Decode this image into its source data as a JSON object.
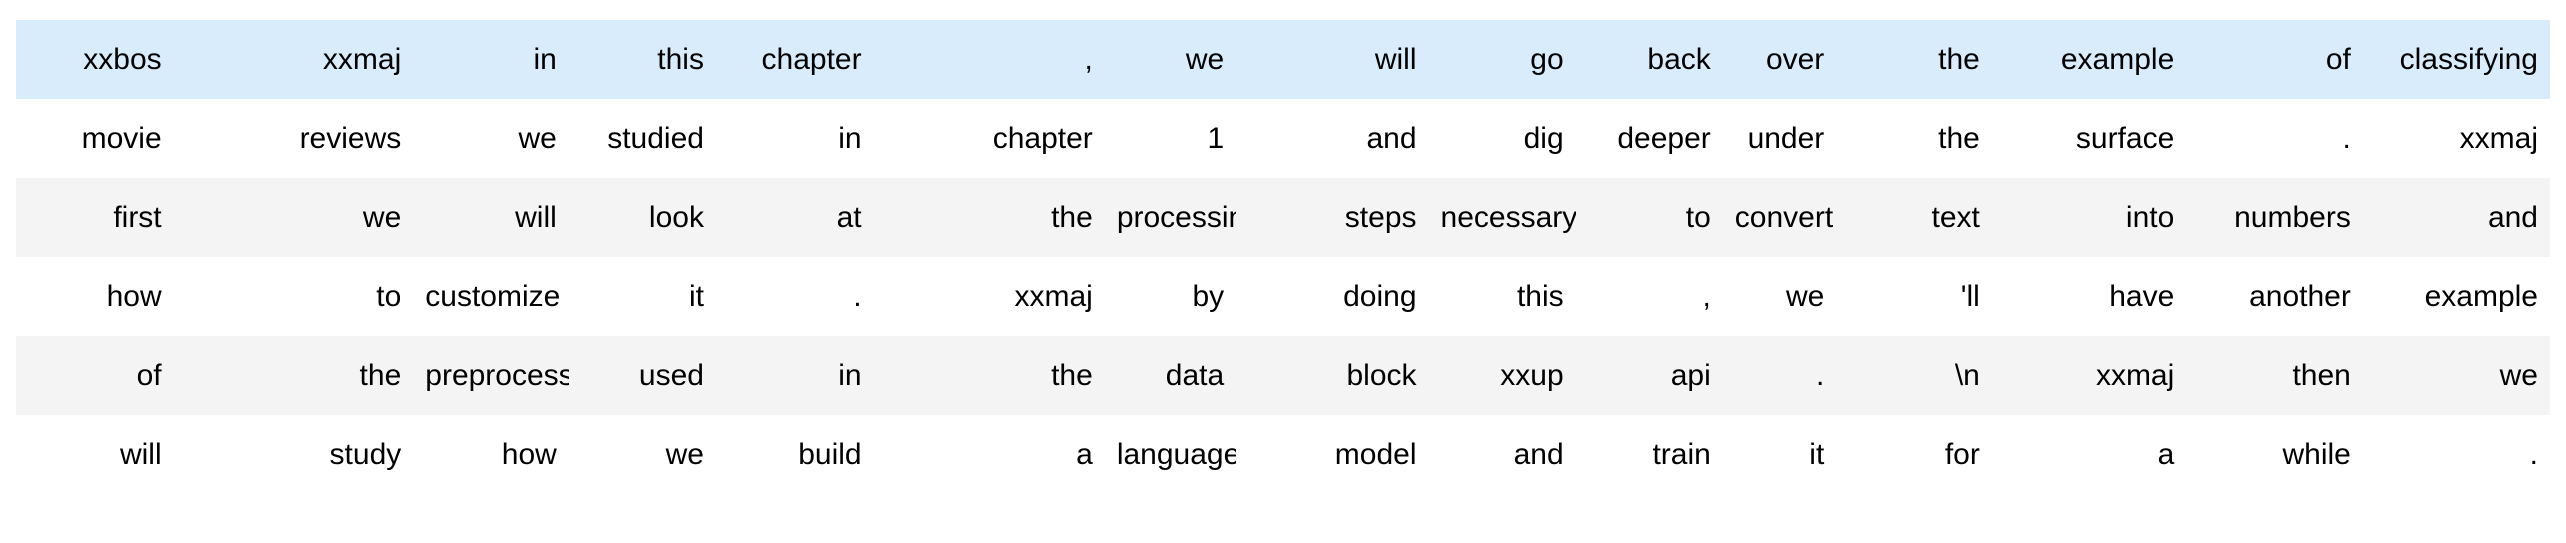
{
  "table": {
    "kind": "token-grid",
    "row_count": 6,
    "column_count": 16,
    "colors": {
      "highlight_row_bg": "#d9ecfb",
      "striped_row_bg": "#f4f4f4",
      "plain_row_bg": "#ffffff",
      "text": "#000000",
      "page_bg": "#ffffff"
    },
    "rows": [
      {
        "style": "highlight",
        "cells": [
          "xxbos",
          "xxmaj",
          "in",
          "this",
          "chapter",
          ",",
          "we",
          "will",
          "go",
          "back",
          "over",
          "the",
          "example",
          "of",
          "classifying"
        ]
      },
      {
        "style": "plain",
        "cells": [
          "movie",
          "reviews",
          "we",
          "studied",
          "in",
          "chapter",
          "1",
          "and",
          "dig",
          "deeper",
          "under",
          "the",
          "surface",
          ".",
          "xxmaj"
        ]
      },
      {
        "style": "striped",
        "cells": [
          "first",
          "we",
          "will",
          "look",
          "at",
          "the",
          "processing",
          "steps",
          "necessary",
          "to",
          "convert",
          "text",
          "into",
          "numbers",
          "and"
        ]
      },
      {
        "style": "plain",
        "cells": [
          "how",
          "to",
          "customize",
          "it",
          ".",
          "xxmaj",
          "by",
          "doing",
          "this",
          ",",
          "we",
          "'ll",
          "have",
          "another",
          "example"
        ]
      },
      {
        "style": "striped",
        "cells": [
          "of",
          "the",
          "preprocessor",
          "used",
          "in",
          "the",
          "data",
          "block",
          "xxup",
          "api",
          ".",
          "\\n",
          "xxmaj",
          "then",
          "we"
        ]
      },
      {
        "style": "plain",
        "cells": [
          "will",
          "study",
          "how",
          "we",
          "build",
          "a",
          "language",
          "model",
          "and",
          "train",
          "it",
          "for",
          "a",
          "while",
          "."
        ]
      }
    ]
  }
}
